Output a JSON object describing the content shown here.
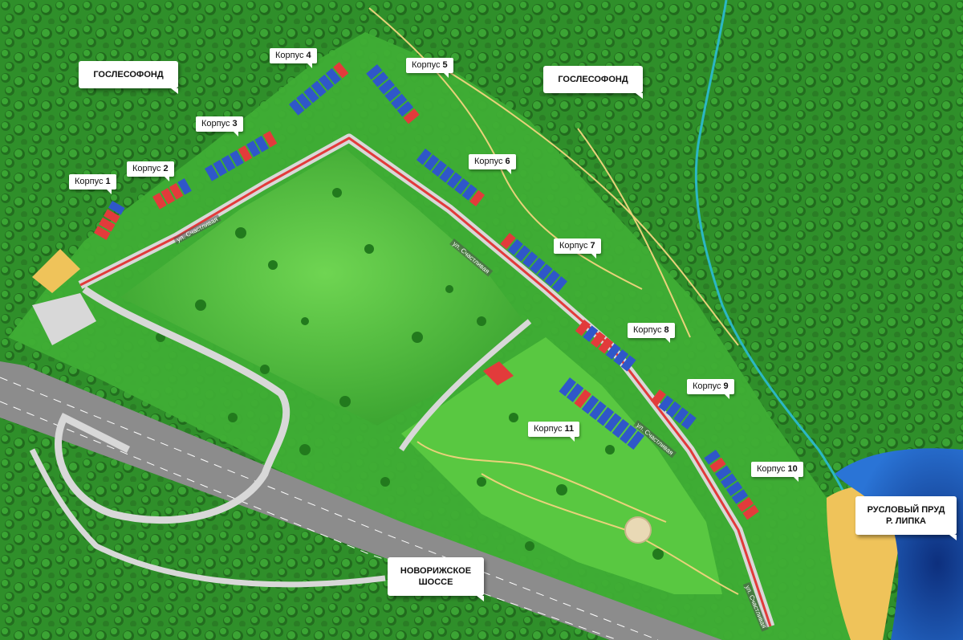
{
  "colors": {
    "forest": "#2f8f2a",
    "meadow": "#4fc23c",
    "road": "#d8d8d8",
    "main_street": "#e23b3b",
    "building_blue": "#2f57c9",
    "building_red": "#e23b3b",
    "water": "#1d4fae",
    "sand": "#efc35a",
    "path": "#e9d27a",
    "stream": "#2bb7c4"
  },
  "buildings": [
    {
      "label": "Корпус",
      "number": "1"
    },
    {
      "label": "Корпус",
      "number": "2"
    },
    {
      "label": "Корпус",
      "number": "3"
    },
    {
      "label": "Корпус",
      "number": "4"
    },
    {
      "label": "Корпус",
      "number": "5"
    },
    {
      "label": "Корпус",
      "number": "6"
    },
    {
      "label": "Корпус",
      "number": "7"
    },
    {
      "label": "Корпус",
      "number": "8"
    },
    {
      "label": "Корпус",
      "number": "9"
    },
    {
      "label": "Корпус",
      "number": "10"
    },
    {
      "label": "Корпус",
      "number": "11"
    }
  ],
  "areas": {
    "forest_left": "ГОСЛЕСОФОНД",
    "forest_right": "ГОСЛЕСОФОНД",
    "pond_line1": "РУСЛОВЫЙ ПРУД",
    "pond_line2": "Р. ЛИПКА",
    "highway_line1": "НОВОРИЖСКОЕ",
    "highway_line2": "ШОССЕ"
  },
  "streets": [
    "ул. Счастливая",
    "ул. Счастливая",
    "ул. Счастливая",
    "ул. Счастливая"
  ]
}
